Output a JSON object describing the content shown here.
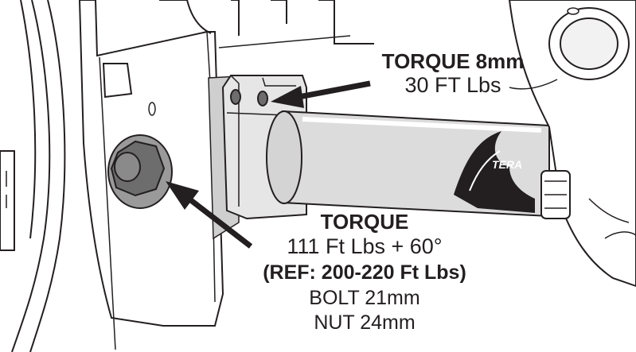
{
  "colors": {
    "ink": "#231f20",
    "metal_light": "#e6e6e6",
    "metal_mid": "#cfcfcf",
    "metal_dark": "#9a9a9a",
    "nut_dark": "#6d6d6d",
    "background": "#ffffff"
  },
  "callout_top": {
    "line1": "TORQUE 8mm",
    "line2": "30 FT Lbs"
  },
  "callout_bottom": {
    "line1": "TORQUE",
    "line2": "111 Ft Lbs + 60°",
    "line3": "(REF: 200-220 Ft Lbs)",
    "line4": "BOLT 21mm",
    "line5": "NUT 24mm"
  },
  "icons": [
    "arrow-to-clamp-bolts-icon",
    "arrow-to-nut-icon",
    "flame-logo-icon"
  ]
}
